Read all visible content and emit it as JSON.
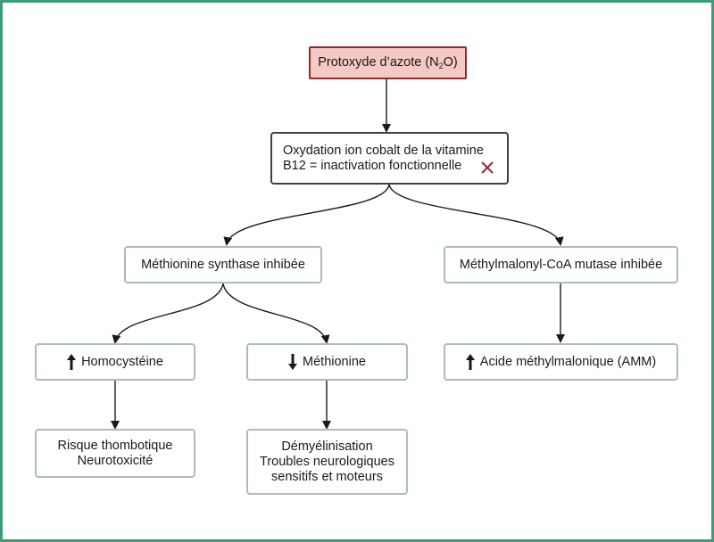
{
  "diagram": {
    "root": {
      "prefix": "Protoxyde d’azote (N",
      "sub2": "2",
      "suffix": "O)"
    },
    "oxidation": {
      "line1": "Oxydation ion cobalt de la vitamine",
      "line2": "B12 = inactivation fonctionnelle",
      "marker": "x-cross-icon"
    },
    "methionine_synthase": {
      "label": "Méthionine synthase inhibée"
    },
    "methylmalonyl": {
      "label": "Méthylmalonyl-CoA mutase inhibée"
    },
    "homocysteine": {
      "label": "Homocystéine",
      "trend": "up"
    },
    "methionine": {
      "label": "Méthionine",
      "trend": "down"
    },
    "amm": {
      "label": "Acide méthylmalonique (AMM)",
      "trend": "up"
    },
    "risk": {
      "line1": "Risque thombotique",
      "line2": "Neurotoxicité"
    },
    "demyelination": {
      "line1": "Démyélinisation",
      "line2": "Troubles neurologiques",
      "line3": "sensitifs et moteurs"
    }
  },
  "colors": {
    "frame": "#3f9a78",
    "root_fill": "#f4c9c6",
    "root_border": "#8e2a2e",
    "node_border": "#a9bfb6",
    "mid_border": "#3c3c55",
    "cross": "#9b2a2f",
    "arrow": "#1a1a1a"
  }
}
